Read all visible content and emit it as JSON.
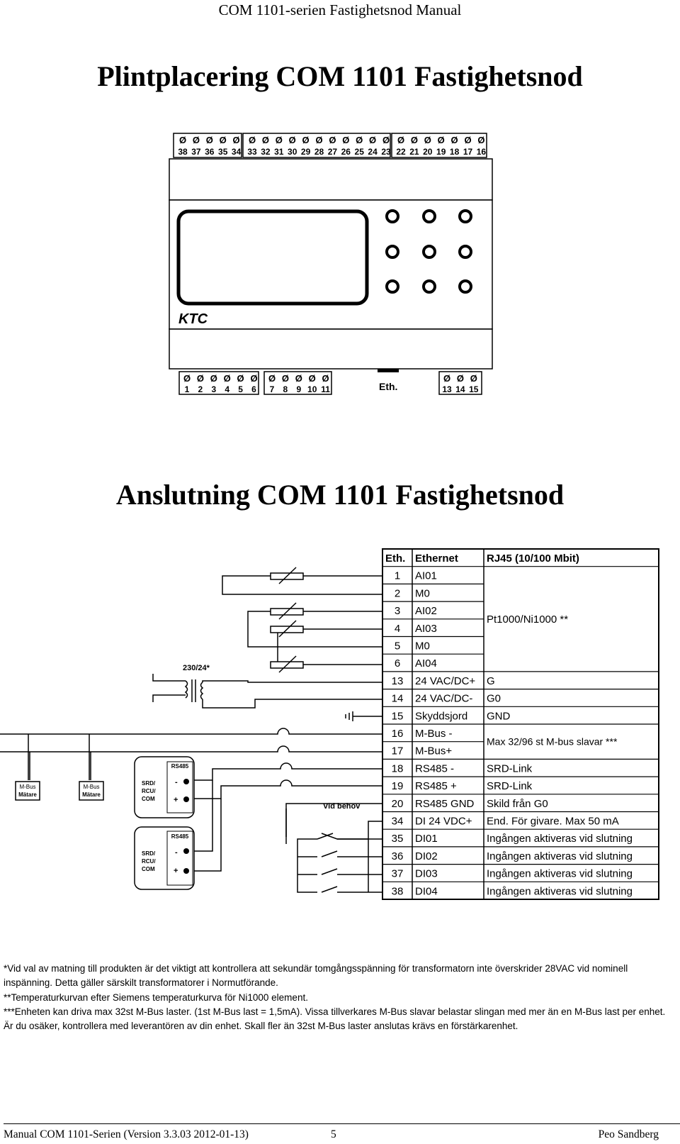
{
  "header": {
    "title": "COM 1101-serien Fastighetsnod Manual"
  },
  "sections": {
    "placement_title": "Plintplacering COM 1101 Fastighetsnod",
    "connection_title": "Anslutning COM 1101 Fastighetsnod"
  },
  "device": {
    "brand": "KTC",
    "eth_label": "Eth.",
    "top_terminals": [
      [
        "38",
        "37",
        "36",
        "35",
        "34"
      ],
      [
        "33",
        "32",
        "31",
        "30",
        "29",
        "28",
        "27",
        "26",
        "25",
        "24",
        "23"
      ],
      [
        "22",
        "21",
        "20",
        "19",
        "18",
        "17",
        "16"
      ]
    ],
    "bottom_terminals": [
      [
        "1",
        "2",
        "3",
        "4",
        "5",
        "6"
      ],
      [
        "7",
        "8",
        "9",
        "10",
        "11"
      ],
      [
        "13",
        "14",
        "15"
      ]
    ],
    "terminal_symbol": "Ø"
  },
  "wiring": {
    "transformer_label": "230/24*",
    "mbus_meter_label_1": "M-Bus",
    "mbus_meter_label_2": "Mätare",
    "srd_label_1": "SRD/",
    "srd_label_2": "RCU/",
    "srd_label_3": "COM",
    "rs485_label": "RS485",
    "minus": "-",
    "plus": "+",
    "vid_behov": "Vid behov"
  },
  "connection_table": {
    "header": [
      "Eth.",
      "Ethernet",
      "RJ45  (10/100 Mbit)"
    ],
    "rows": [
      [
        "1",
        "AI01",
        ""
      ],
      [
        "2",
        "M0",
        ""
      ],
      [
        "3",
        "AI02",
        ""
      ],
      [
        "4",
        "AI03",
        ""
      ],
      [
        "5",
        "M0",
        ""
      ],
      [
        "6",
        "AI04",
        ""
      ],
      [
        "13",
        "24 VAC/DC+",
        "G"
      ],
      [
        "14",
        "24 VAC/DC-",
        "G0"
      ],
      [
        "15",
        "Skyddsjord",
        "GND"
      ],
      [
        "16",
        "M-Bus -",
        ""
      ],
      [
        "17",
        "M-Bus+",
        ""
      ],
      [
        "18",
        "RS485 -",
        "SRD-Link"
      ],
      [
        "19",
        "RS485 +",
        "SRD-Link"
      ],
      [
        "20",
        "RS485 GND",
        "Skild från G0"
      ],
      [
        "34",
        "DI 24 VDC+",
        "End. För givare.  Max  50 mA"
      ],
      [
        "35",
        "DI01",
        "Ingången aktiveras vid slutning"
      ],
      [
        "36",
        "DI02",
        "Ingången aktiveras vid slutning"
      ],
      [
        "37",
        "DI03",
        "Ingången aktiveras vid slutning"
      ],
      [
        "38",
        "DI04",
        "Ingången aktiveras vid slutning"
      ]
    ],
    "merged_sensor": "Pt1000/Ni1000 **",
    "merged_mbus": "Max 32/96 st M-bus slavar ***"
  },
  "notes": [
    "*Vid val av matning till produkten är det viktigt att kontrollera att sekundär tomgångsspänning för transformatorn inte överskrider 28VAC vid nominell inspänning. Detta gäller särskilt transformatorer i Normutförande.",
    "**Temperaturkurvan efter Siemens temperaturkurva för Ni1000 element.",
    "***Enheten kan driva max 32st M-Bus laster. (1st M-Bus last = 1,5mA). Vissa tillverkares M-Bus slavar belastar slingan med mer än en M-Bus last per enhet. Är du osäker, kontrollera med leverantören av din enhet. Skall fler än 32st M-Bus laster anslutas krävs en förstärkarenhet."
  ],
  "footer": {
    "left": "Manual COM 1101-Serien (Version 3.3.03 2012-01-13)",
    "page": "5",
    "author": "Peo Sandberg"
  }
}
